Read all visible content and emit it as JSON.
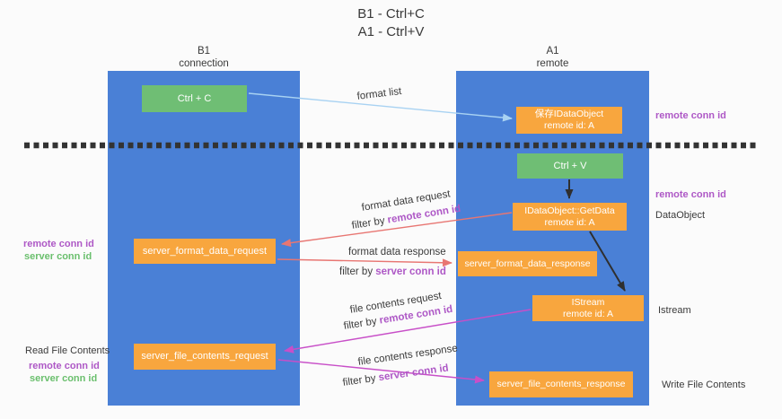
{
  "title": {
    "line1": "B1 - Ctrl+C",
    "line2": "A1 - Ctrl+V"
  },
  "columns": {
    "left": {
      "name": "B1",
      "role": "connection"
    },
    "right": {
      "name": "A1",
      "role": "remote"
    }
  },
  "boxes": {
    "ctrl_c": {
      "label": "Ctrl + C"
    },
    "save_idataobject": {
      "line1": "保存IDataObject",
      "line2": "remote id: A"
    },
    "ctrl_v": {
      "label": "Ctrl + V"
    },
    "getdata": {
      "line1": "IDataObject::GetData",
      "line2": "remote id: A"
    },
    "format_request": {
      "label": "server_format_data_request"
    },
    "format_response": {
      "label": "server_format_data_response"
    },
    "istream": {
      "line1": "IStream",
      "line2": "remote id: A"
    },
    "file_request": {
      "label": "server_file_contents_request"
    },
    "file_response": {
      "label": "server_file_contents_response"
    }
  },
  "flow_labels": {
    "format_list": "format list",
    "format_data_request": "format data request",
    "format_data_request_filter_prefix": "filter by ",
    "format_data_request_filter_key": "remote conn id",
    "format_data_response": "format data response",
    "format_data_response_filter_prefix": "filter by ",
    "format_data_response_filter_key": "server conn id",
    "file_contents_request": "file contents request",
    "file_contents_request_filter_prefix": "filter by ",
    "file_contents_request_filter_key": "remote conn id",
    "file_contents_response": "file contents response",
    "file_contents_response_filter_prefix": "filter by ",
    "file_contents_response_filter_key": "server conn id"
  },
  "side_labels": {
    "right_top_remote_conn_id": "remote conn id",
    "right_mid_remote_conn_id": "remote conn id",
    "dataobject": "DataObject",
    "istream": "Istream",
    "write_file_contents": "Write File Contents",
    "left_mid_remote_conn_id": "remote conn id",
    "left_mid_server_conn_id": "server conn id",
    "read_file_contents": "Read File Contents",
    "left_bottom_remote_conn_id": "remote conn id",
    "left_bottom_server_conn_id": "server conn id"
  },
  "colors": {
    "column_blue": "#4a80d6",
    "box_green": "#6fbe74",
    "box_orange": "#f8a63e",
    "arrow_blue": "#a8d2f2",
    "arrow_black": "#2f2f2f",
    "arrow_red": "#e87672",
    "arrow_magenta": "#c84fc8",
    "dash_line": "#333333",
    "label_purple": "#ae58c6",
    "label_green": "#6abf6d"
  }
}
